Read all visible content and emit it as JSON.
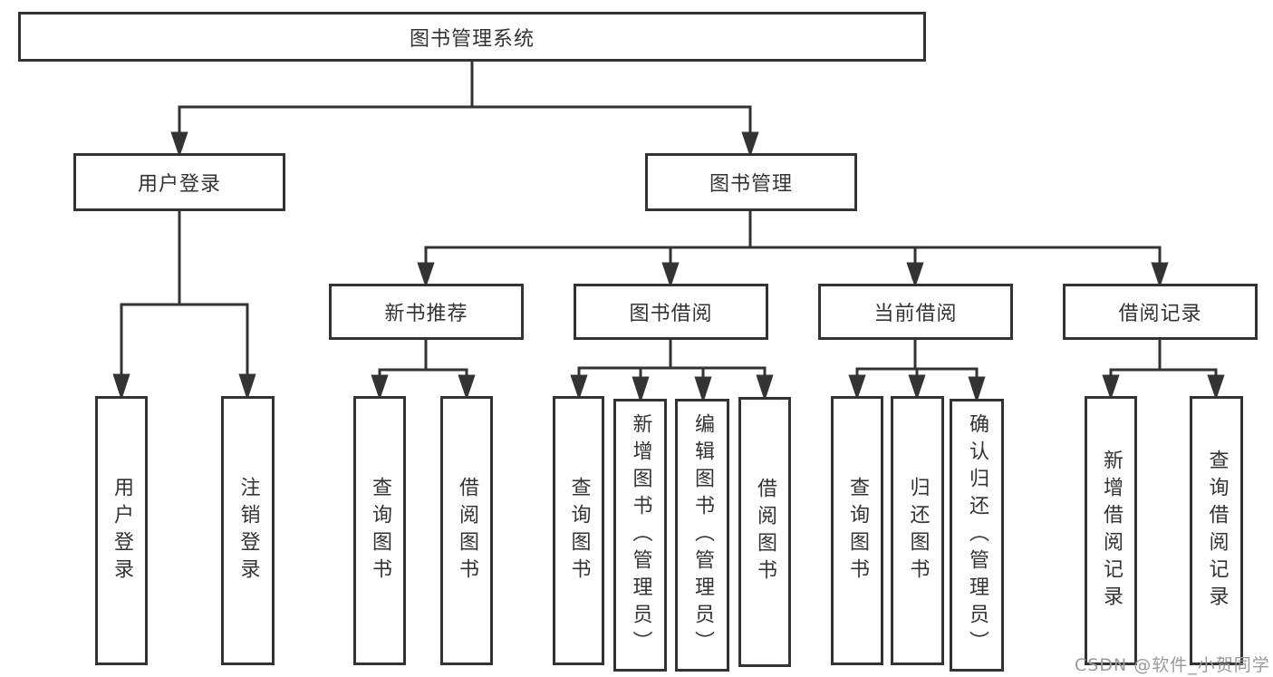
{
  "colors": {
    "background": "#ffffff",
    "line": "#333333",
    "box_border": "#333333",
    "text": "#333333",
    "watermark": "#9a9a9a"
  },
  "watermark": {
    "text": "CSDN @软件_小贺同学"
  },
  "tree": {
    "root": {
      "label": "图书管理系统",
      "children": [
        {
          "label": "用户登录",
          "children": [
            {
              "label": "用户登录"
            },
            {
              "label": "注销登录"
            }
          ]
        },
        {
          "label": "图书管理",
          "children": [
            {
              "label": "新书推荐",
              "children": [
                {
                  "label": "查询图书"
                },
                {
                  "label": "借阅图书"
                }
              ]
            },
            {
              "label": "图书借阅",
              "children": [
                {
                  "label": "查询图书"
                },
                {
                  "label": "新增图书（管理员）"
                },
                {
                  "label": "编辑图书（管理员）"
                },
                {
                  "label": "借阅图书"
                }
              ]
            },
            {
              "label": "当前借阅",
              "children": [
                {
                  "label": "查询图书"
                },
                {
                  "label": "归还图书"
                },
                {
                  "label": "确认归还（管理员）"
                }
              ]
            },
            {
              "label": "借阅记录",
              "children": [
                {
                  "label": "新增借阅记录"
                },
                {
                  "label": "查询借阅记录"
                }
              ]
            }
          ]
        }
      ]
    }
  }
}
